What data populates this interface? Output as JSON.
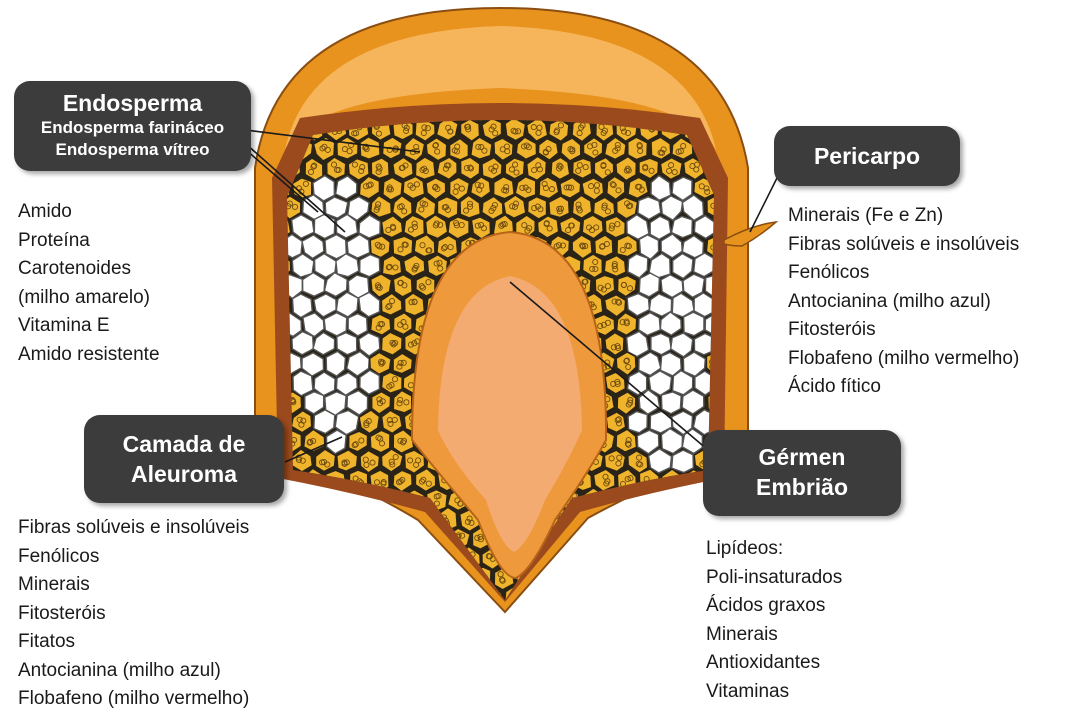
{
  "labels": {
    "endosperma": {
      "title": "Endosperma",
      "sub": [
        "Endosperma farináceo",
        "Endosperma vítreo"
      ],
      "items": [
        "Amido",
        "Proteína",
        "Carotenoides",
        "(milho amarelo)",
        "Vitamina E",
        "Amido resistente"
      ]
    },
    "pericarpo": {
      "title": "Pericarpo",
      "items": [
        "Minerais (Fe e Zn)",
        "Fibras solúveis e insolúveis",
        "Fenólicos",
        "Antocianina (milho azul)",
        "Fitosteróis",
        "Flobafeno (milho vermelho)",
        "Ácido fítico"
      ]
    },
    "aleuroma": {
      "title": [
        "Camada de",
        "Aleuroma"
      ],
      "items": [
        "Fibras solúveis e insolúveis",
        "Fenólicos",
        "Minerais",
        "Fitosteróis",
        "Fitatos",
        "Antocianina (milho azul)",
        "Flobafeno (milho vermelho)"
      ]
    },
    "germen": {
      "title": [
        "Gérmen",
        "Embrião"
      ],
      "items": [
        "Lipídeos:",
        "Poli-insaturados",
        "Ácidos graxos",
        "Minerais",
        "Antioxidantes",
        "Vitaminas"
      ]
    }
  },
  "colors": {
    "pericarp": "#e8931e",
    "pericarp_light": "#f6b55a",
    "seed_coat": "#9b4a1d",
    "cell": "#f0b42c",
    "cell_outline": "#2a2418",
    "starch": "#ffffff",
    "germ_outer": "#ee9a3c",
    "germ_inner": "#f4ab72",
    "label_box": "#3c3c3c"
  }
}
